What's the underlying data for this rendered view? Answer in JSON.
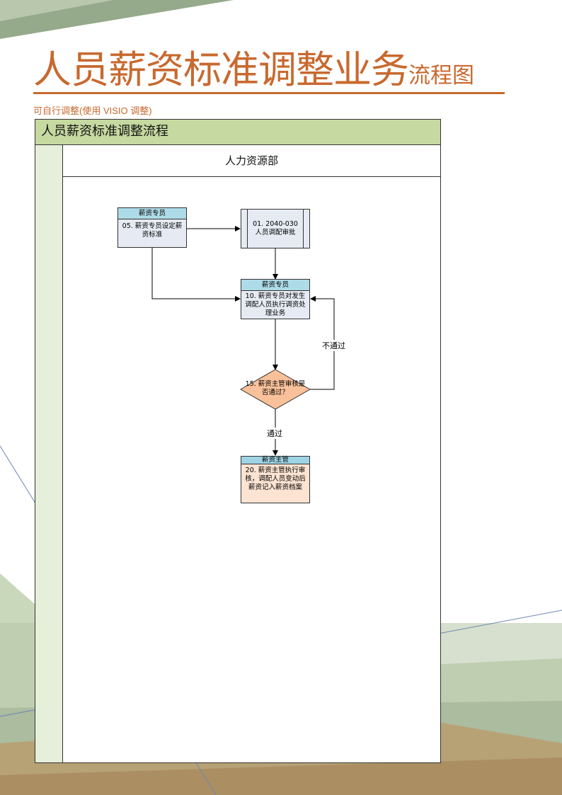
{
  "header": {
    "title_main": "人员薪资标准调整业务",
    "title_suffix": "流程图",
    "subtitle": "可自行调整(使用 VISIO 调整)"
  },
  "diagram": {
    "process_title": "人员薪资标准调整流程",
    "lane_label": "人力资源部",
    "nodes": {
      "n05": {
        "role": "薪资专员",
        "text": "05. 薪资专员设定薪资标准"
      },
      "n01": {
        "text": "01. 2040-030 人员调配审批"
      },
      "n10": {
        "role": "薪资专员",
        "text": "10. 薪资专员对发生调配人员执行调资处理业务"
      },
      "n15": {
        "text": "15. 薪资主管审核是否通过？"
      },
      "n20": {
        "role": "薪资主管",
        "text": "20. 薪资主管执行审核，调配人员变动后薪资记入薪资档案"
      }
    },
    "edges": {
      "reject_label": "不通过",
      "pass_label": "通过"
    }
  },
  "colors": {
    "title": "#c8692f",
    "header_band": "#c5d9a0",
    "lane_strip": "#e6efd9",
    "task_fill": "#e6ebf3",
    "role_band": "#aedbe8",
    "decision_fill": "#f9c19a",
    "final_fill": "#fce3d2"
  }
}
